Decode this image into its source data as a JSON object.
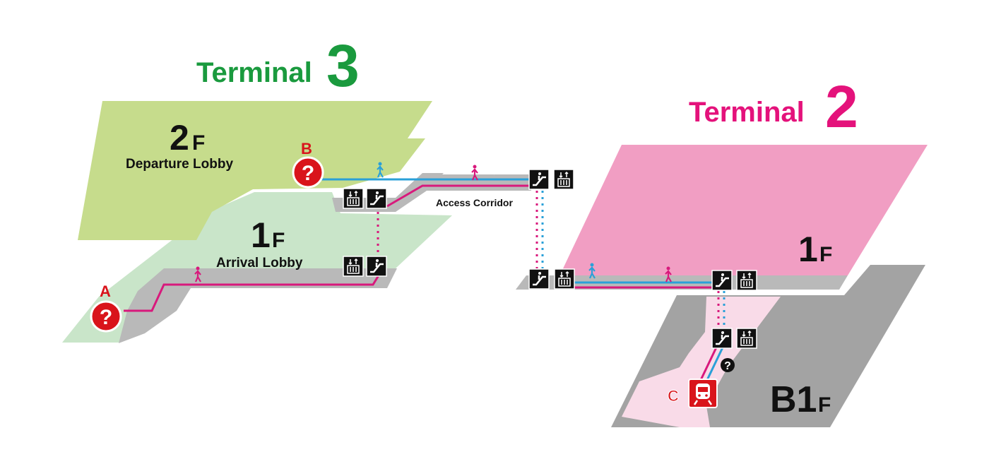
{
  "terminal3": {
    "title_word": "Terminal",
    "title_number": "3",
    "floor2": {
      "number": "2",
      "suffix": "F",
      "name": "Departure Lobby"
    },
    "floor1": {
      "number": "1",
      "suffix": "F",
      "name": "Arrival Lobby"
    }
  },
  "terminal2": {
    "title_word": "Terminal",
    "title_number": "2",
    "floor1": {
      "number": "1",
      "suffix": "F"
    },
    "floorB1": {
      "number": "B1",
      "suffix": "F"
    }
  },
  "corridor": {
    "label": "Access Corridor"
  },
  "markers": {
    "a": "A",
    "b": "B",
    "c": "C"
  },
  "icons": {
    "info": "question-mark",
    "elevator": "elevator",
    "escalator": "escalator",
    "walker": "pedestrian",
    "train": "train"
  },
  "colors": {
    "terminal3": "#1a9a3e",
    "terminal2": "#e4127b",
    "t3_2f": "#c6dc8c",
    "t3_1f": "#c9e5c9",
    "t2_1f": "#f19ec3",
    "t2_b1_pale": "#f9dbe8",
    "floor_gray": "#a3a3a3",
    "shadow_gray": "#b9b9b9",
    "route_blue": "#2aa0d8",
    "route_magenta": "#d8197c",
    "marker_red": "#d9141b"
  }
}
